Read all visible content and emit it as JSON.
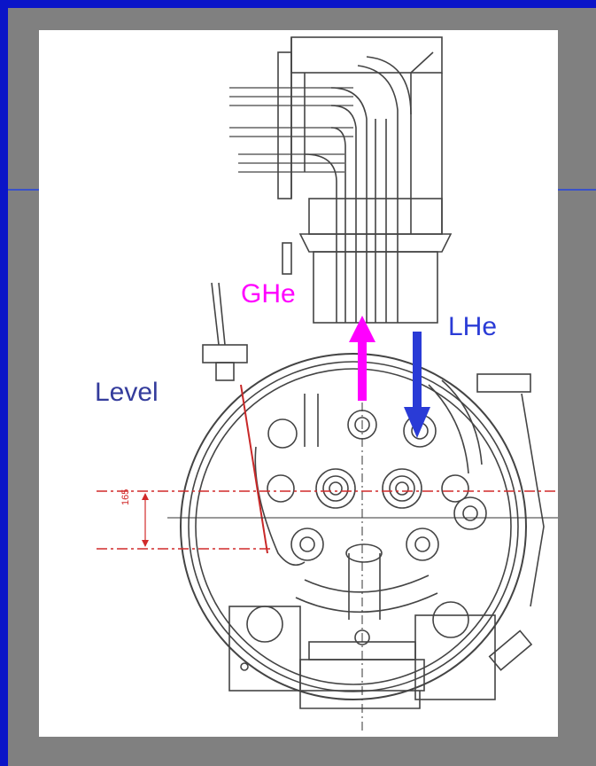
{
  "labels": {
    "ghe": "GHe",
    "lhe": "LHe",
    "level": "Level",
    "dimension": "165"
  },
  "colors": {
    "background": "#808080",
    "accent_bar": "#0a14c8",
    "ghe": "#ff00ff",
    "lhe": "#2a3bd6",
    "level": "#343c9c",
    "dimension": "#d12a2a",
    "drawing": "#444444"
  }
}
